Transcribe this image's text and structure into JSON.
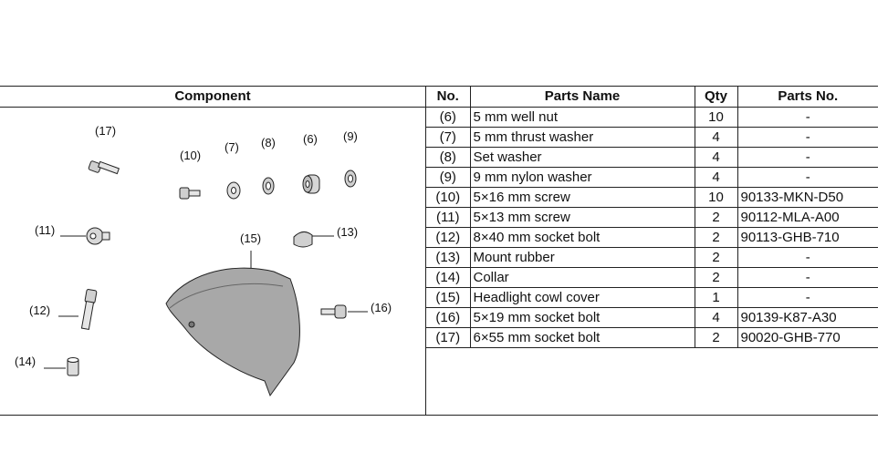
{
  "table": {
    "headers": {
      "component": "Component",
      "no": "No.",
      "parts_name": "Parts Name",
      "qty": "Qty",
      "parts_no": "Parts No."
    },
    "rows": [
      {
        "no": "(6)",
        "name": "5 mm well nut",
        "qty": "10",
        "part_no": "-"
      },
      {
        "no": "(7)",
        "name": "5 mm thrust washer",
        "qty": "4",
        "part_no": "-"
      },
      {
        "no": "(8)",
        "name": "Set washer",
        "qty": "4",
        "part_no": "-"
      },
      {
        "no": "(9)",
        "name": "9 mm nylon washer",
        "qty": "4",
        "part_no": "-"
      },
      {
        "no": "(10)",
        "name": "5×16 mm screw",
        "qty": "10",
        "part_no": "90133-MKN-D50"
      },
      {
        "no": "(11)",
        "name": "5×13 mm screw",
        "qty": "2",
        "part_no": "90112-MLA-A00"
      },
      {
        "no": "(12)",
        "name": "8×40 mm socket bolt",
        "qty": "2",
        "part_no": "90113-GHB-710"
      },
      {
        "no": "(13)",
        "name": "Mount rubber",
        "qty": "2",
        "part_no": "-"
      },
      {
        "no": "(14)",
        "name": "Collar",
        "qty": "2",
        "part_no": "-"
      },
      {
        "no": "(15)",
        "name": "Headlight cowl cover",
        "qty": "1",
        "part_no": "-"
      },
      {
        "no": "(16)",
        "name": "5×19 mm socket bolt",
        "qty": "4",
        "part_no": "90139-K87-A30"
      },
      {
        "no": "(17)",
        "name": "6×55 mm socket bolt",
        "qty": "2",
        "part_no": "90020-GHB-770"
      }
    ]
  },
  "callouts": {
    "c6": "(6)",
    "c7": "(7)",
    "c8": "(8)",
    "c9": "(9)",
    "c10": "(10)",
    "c11": "(11)",
    "c12": "(12)",
    "c13": "(13)",
    "c14": "(14)",
    "c15": "(15)",
    "c16": "(16)",
    "c17": "(17)"
  },
  "colors": {
    "line": "#222222",
    "part_fill": "#cfcfcf",
    "cowl_fill": "#a8a8a8"
  }
}
